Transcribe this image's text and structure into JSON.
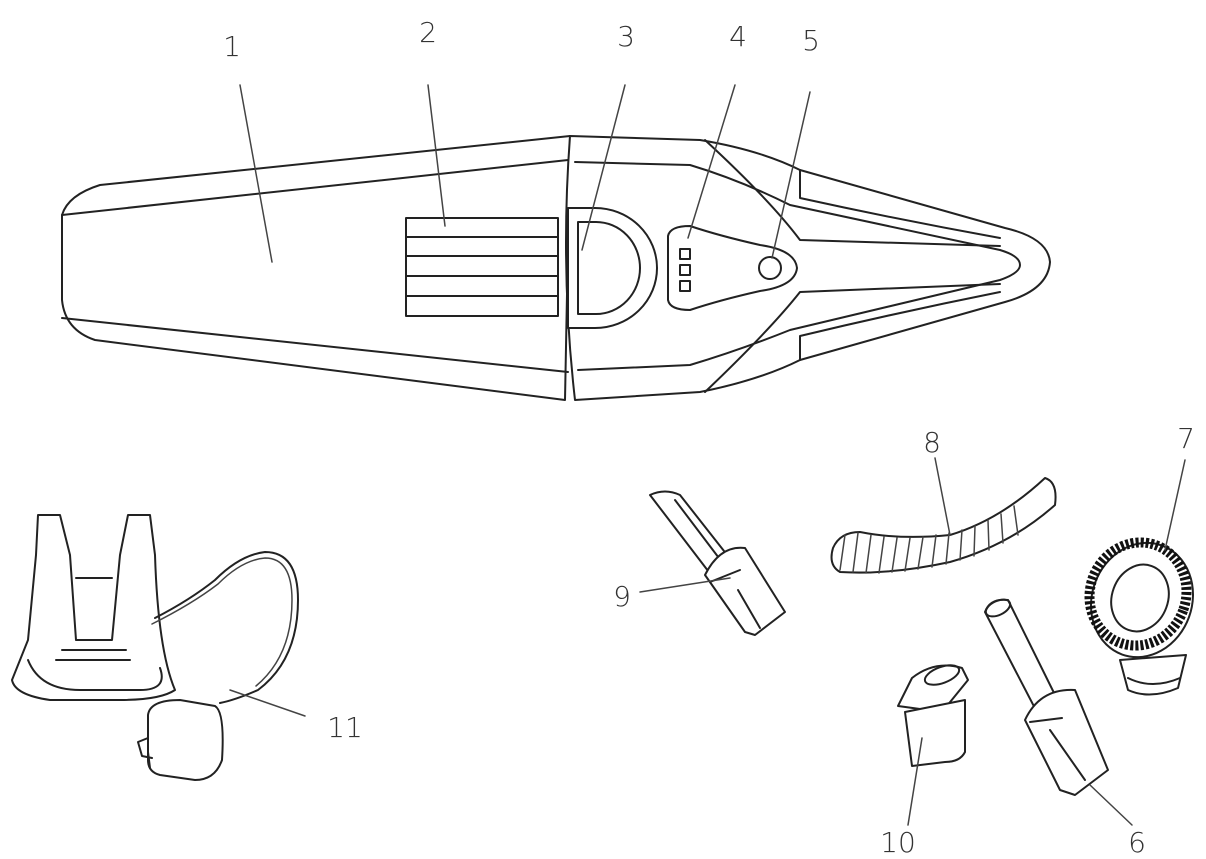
{
  "callouts": {
    "c1": "1",
    "c2": "2",
    "c3": "3",
    "c4": "4",
    "c5": "5",
    "c6": "6",
    "c7": "7",
    "c8": "8",
    "c9": "9",
    "c10": "10",
    "c11": "11"
  },
  "colors": {
    "line": "#222222",
    "label": "#333333",
    "background": "#ffffff"
  }
}
